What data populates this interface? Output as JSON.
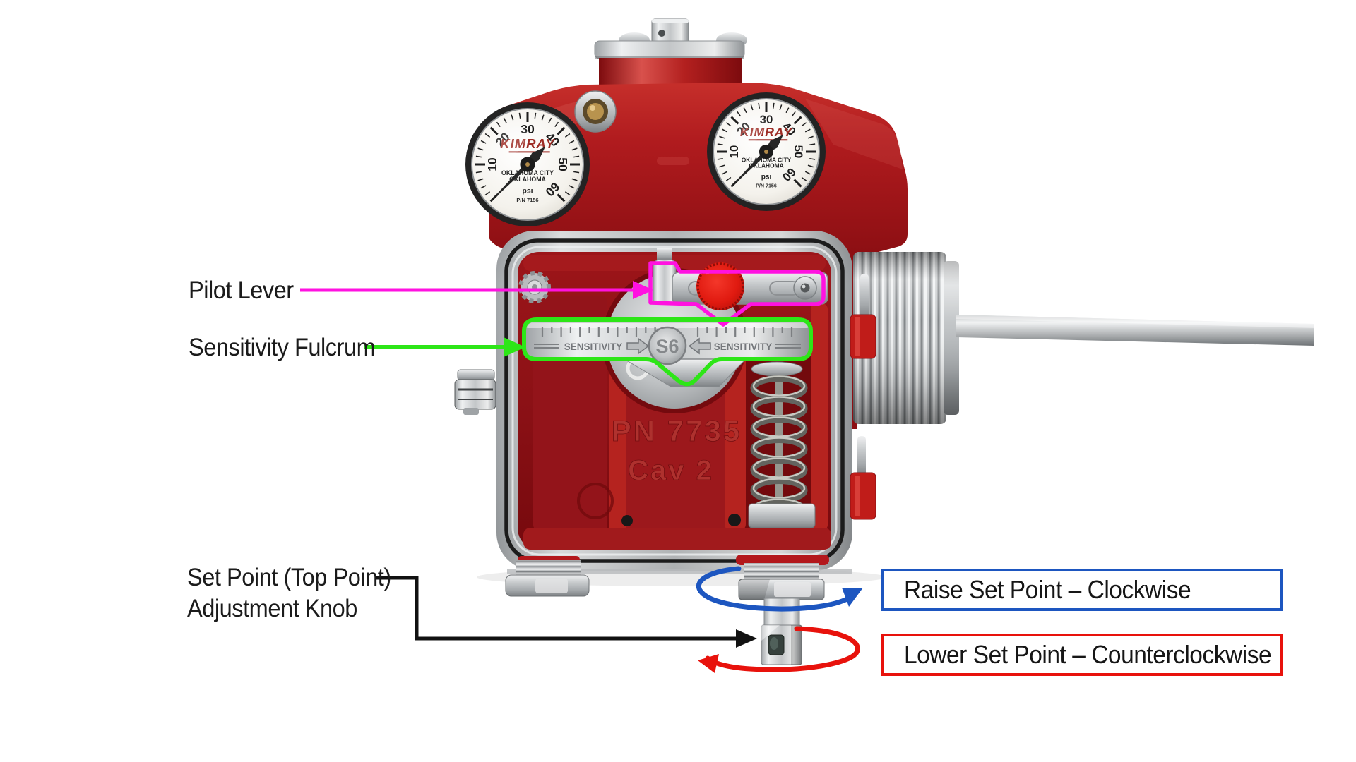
{
  "annotations": {
    "pilot_lever": "Pilot Lever",
    "sensitivity_fulcrum": "Sensitivity Fulcrum",
    "set_point_line1": "Set Point (Top Point)",
    "set_point_line2": "Adjustment Knob",
    "raise_set_point": "Raise Set Point – Clockwise",
    "lower_set_point": "Lower Set Point – Counterclockwise"
  },
  "colors": {
    "magenta_highlight": "#ff12e0",
    "green_highlight": "#2de617",
    "blue_arrow": "#1d56c0",
    "red_arrow": "#e8120c",
    "black_leader": "#111111",
    "body_red": "#b01b1e",
    "gauge_face": "#f6f4ef"
  },
  "gauges": {
    "brand": "KIMRAY",
    "city_line1": "OKLAHOMA CITY",
    "city_line2": "OKLAHOMA",
    "unit": "psi",
    "part_number": "P/N 7156",
    "ticks": [
      10,
      20,
      30,
      40,
      50,
      60
    ],
    "min": 0,
    "max": 60,
    "left_value": 0,
    "right_value": 0
  },
  "housing": {
    "cast_line1": "PN 7735",
    "cast_line2": "Cav 2",
    "fulcrum_text_left": "SENSITIVITY",
    "fulcrum_text_right": "SENSITIVITY",
    "fulcrum_center_mark": "S6"
  }
}
